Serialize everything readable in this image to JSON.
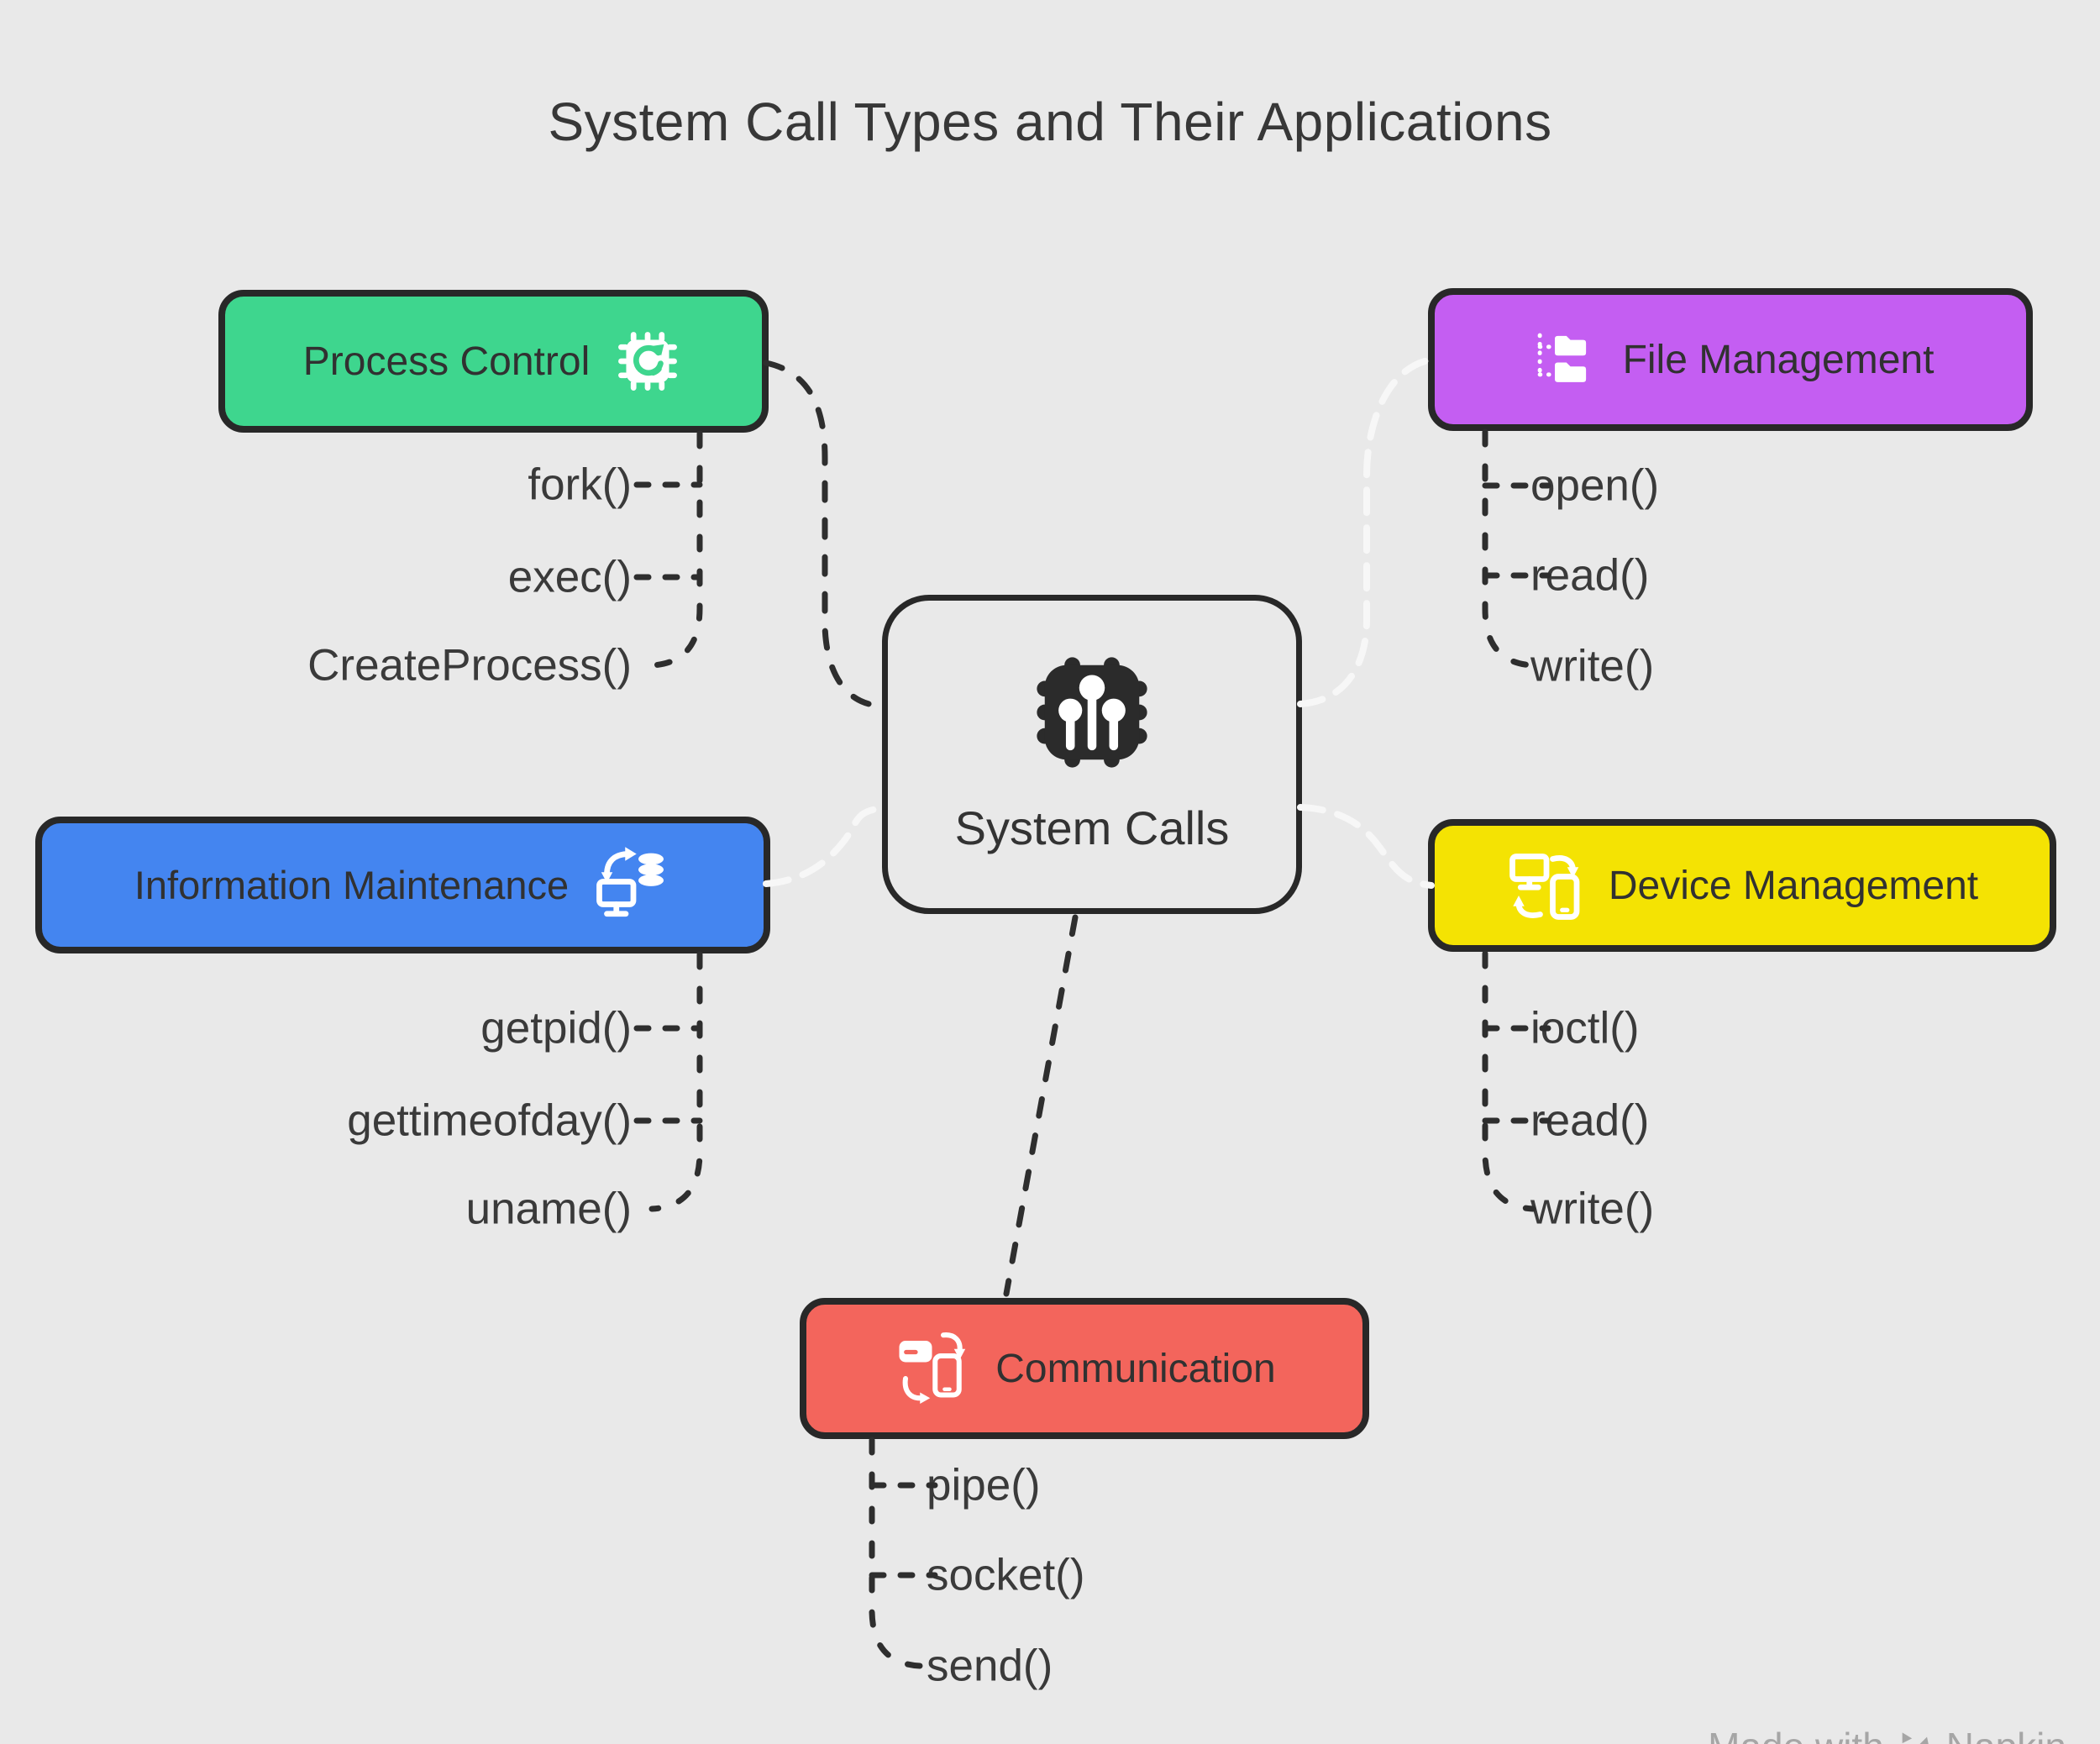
{
  "title": "System Call Types and Their Applications",
  "center": {
    "label": "System Calls",
    "icon": "chip-circuit-icon"
  },
  "branches": [
    {
      "id": "process-control",
      "label": "Process Control",
      "color": "#3ed68e",
      "icon": "cpu-gear-icon",
      "icon_side": "right",
      "items": [
        "fork()",
        "exec()",
        "CreateProcess()"
      ]
    },
    {
      "id": "file-management",
      "label": "File Management",
      "color": "#c45ef2",
      "icon": "folder-tree-icon",
      "icon_side": "left",
      "items": [
        "open()",
        "read()",
        "write()"
      ]
    },
    {
      "id": "information-maintenance",
      "label": "Information Maintenance",
      "color": "#4485f0",
      "icon": "monitor-database-sync-icon",
      "icon_side": "right",
      "items": [
        "getpid()",
        "gettimeofday()",
        "uname()"
      ]
    },
    {
      "id": "device-management",
      "label": "Device Management",
      "color": "#f4e303",
      "icon": "device-sync-icon",
      "icon_side": "left",
      "items": [
        "ioctl()",
        "read()",
        "write()"
      ]
    },
    {
      "id": "communication",
      "label": "Communication",
      "color": "#f3655c",
      "icon": "message-phone-sync-icon",
      "icon_side": "left",
      "items": [
        "pipe()",
        "socket()",
        "send()"
      ]
    }
  ],
  "watermark": {
    "text_prefix": "Made with",
    "brand": "Napkin"
  },
  "colors": {
    "background": "#e9e9e9",
    "border": "#282828",
    "line_dark": "#2e2e2e",
    "line_light": "#f7f7f7",
    "text_dark": "#373737",
    "watermark_gray": "#a6a6a6"
  }
}
